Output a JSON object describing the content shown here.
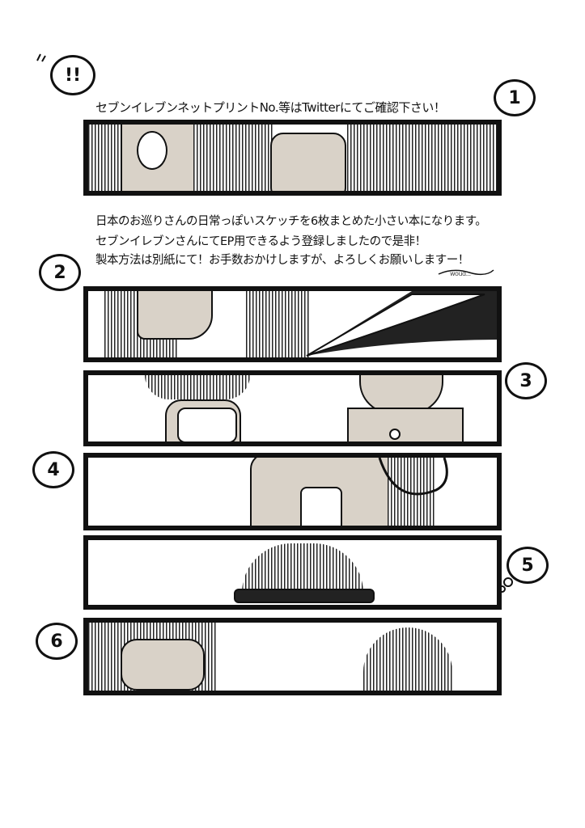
{
  "notice": {
    "exclaim": "!!",
    "line": "セブンイレブンネットプリントNo.等はTwitterにてご確認下さい！"
  },
  "description": {
    "line1": "日本のお巡りさんの日常っぽいスケッチを6枚まとめた小さい本になります。",
    "line2": "セブンイレブンさんにてEP用できるよう登録しましたので是非！",
    "line3": "製本方法は別紙にて！お手数おかけしますが、よろしくお願いしますー！"
  },
  "signature": "woud...",
  "panels": [
    {
      "number": "1"
    },
    {
      "number": "2"
    },
    {
      "number": "3"
    },
    {
      "number": "4"
    },
    {
      "number": "5"
    },
    {
      "number": "6"
    }
  ],
  "colors": {
    "ink": "#111111",
    "skin": "#d9d2c8",
    "paper": "#ffffff"
  }
}
